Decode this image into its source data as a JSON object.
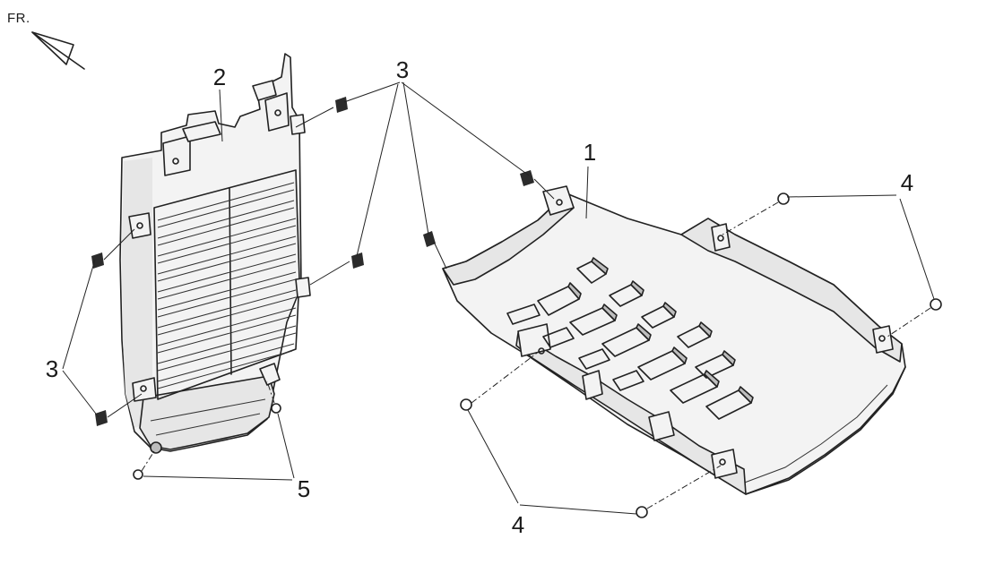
{
  "orientation": {
    "label": "FR."
  },
  "callouts": [
    {
      "id": "1",
      "text": "1"
    },
    {
      "id": "2",
      "text": "2"
    },
    {
      "id": "3",
      "text": "3"
    },
    {
      "id": "3b",
      "text": "3"
    },
    {
      "id": "4",
      "text": "4"
    },
    {
      "id": "4b",
      "text": "4"
    },
    {
      "id": "5",
      "text": "5"
    }
  ],
  "colors": {
    "line": "#222222",
    "shade": "#e6e6e6",
    "background": "#ffffff"
  }
}
